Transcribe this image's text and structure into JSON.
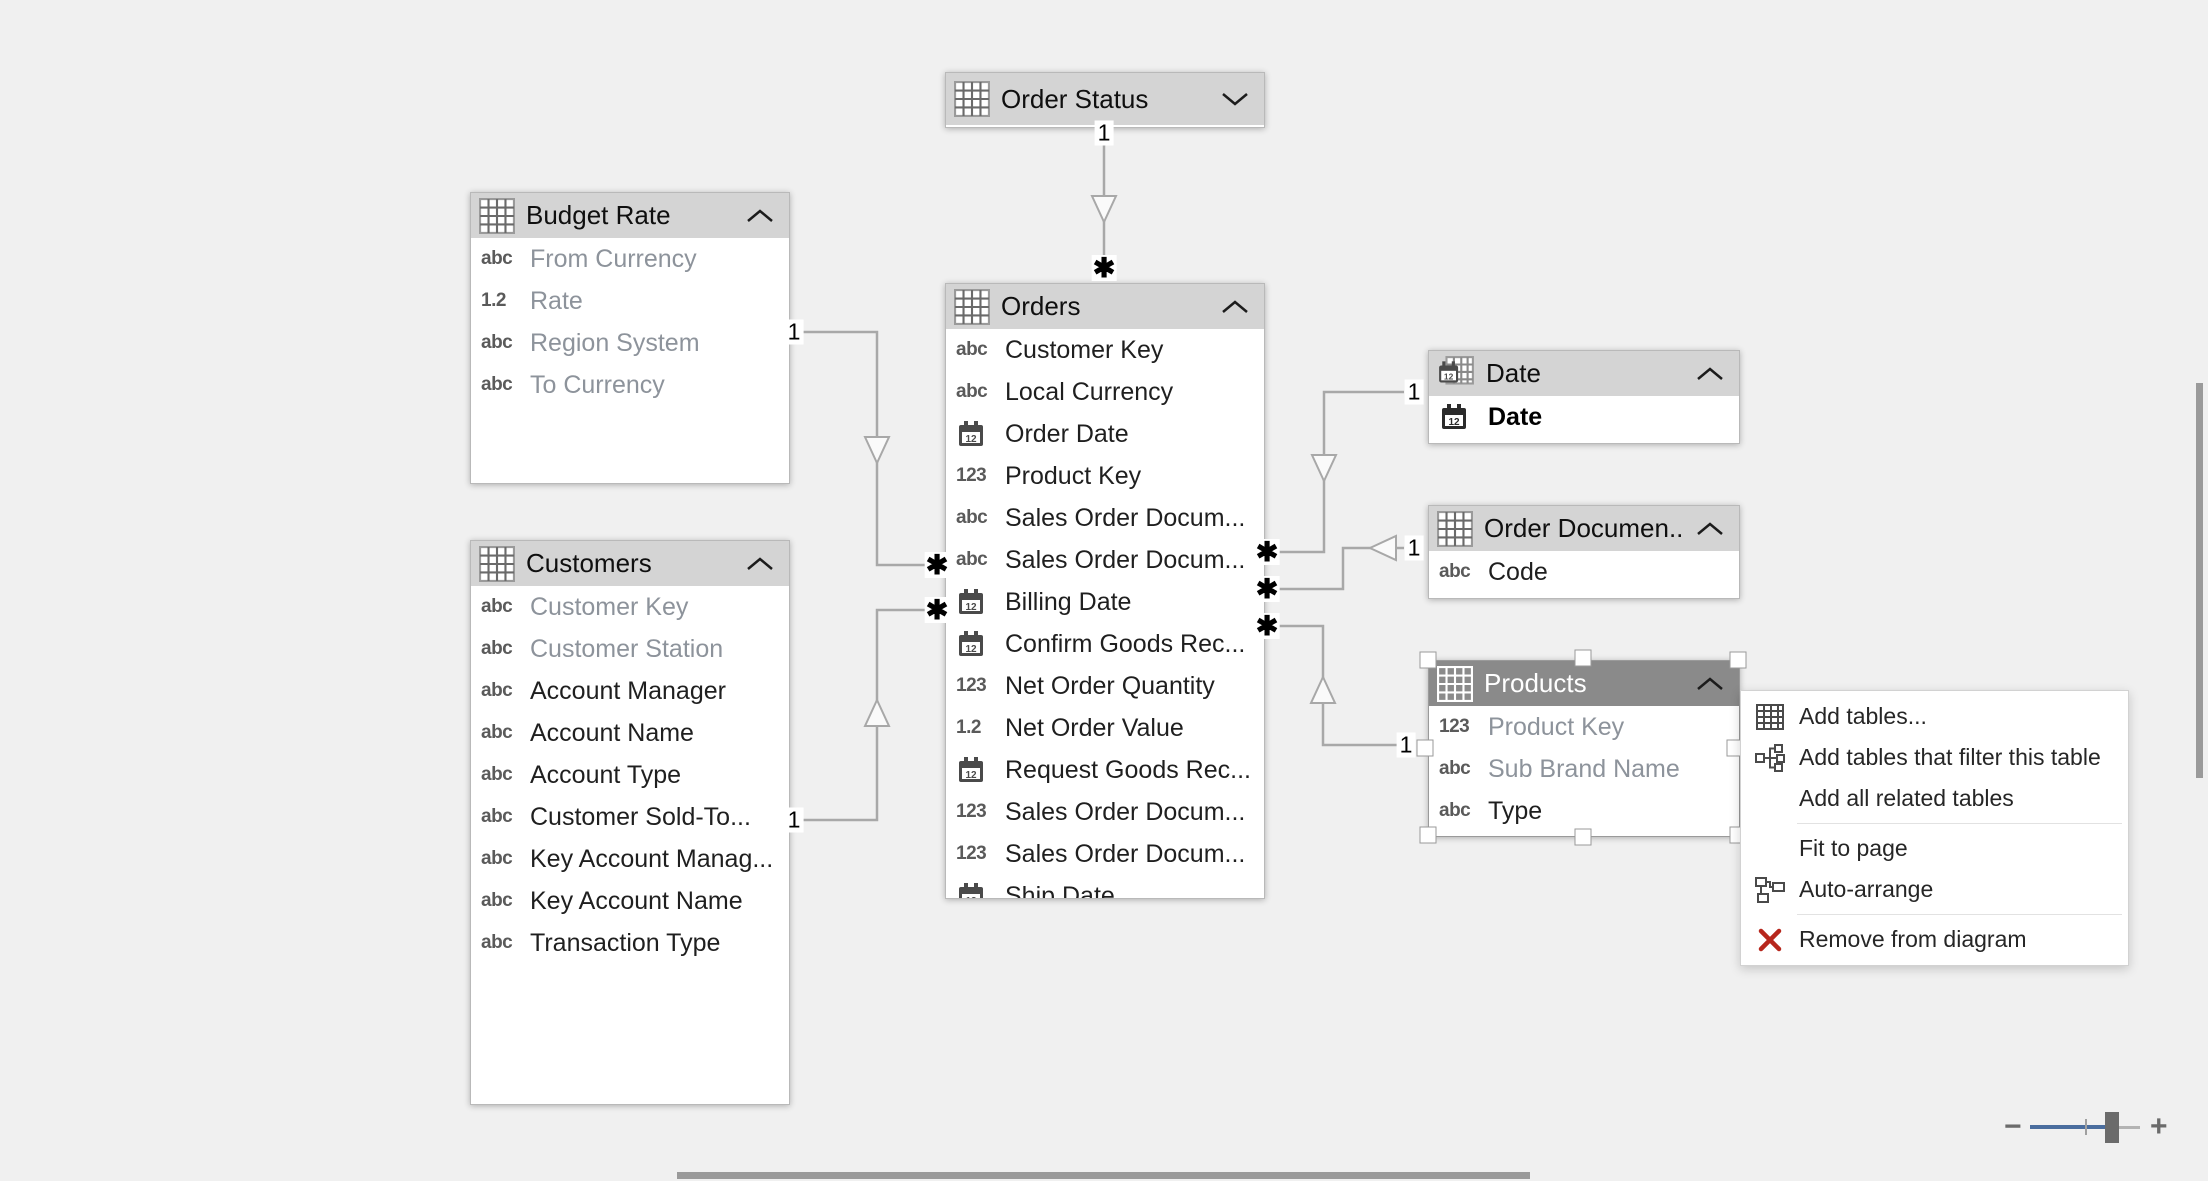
{
  "colors": {
    "canvas_bg": "#f0f0f0",
    "header_gray": "#d4d4d4",
    "selected_header_gray": "#8a8a8a",
    "relationship_line": "#a8a8a8",
    "accent_blue": "#4a6d9e",
    "remove_red": "#b7271d"
  },
  "entities": {
    "order_status": {
      "title": "Order Status",
      "collapsed": true
    },
    "budget_rate": {
      "title": "Budget Rate",
      "fields": [
        {
          "icon": "abc",
          "name": "From Currency"
        },
        {
          "icon": "1.2",
          "name": "Rate"
        },
        {
          "icon": "abc",
          "name": "Region System"
        },
        {
          "icon": "abc",
          "name": "To Currency"
        }
      ]
    },
    "customers": {
      "title": "Customers",
      "fields": [
        {
          "icon": "abc",
          "name": "Customer Key"
        },
        {
          "icon": "abc",
          "name": "Customer Station"
        },
        {
          "icon": "abc",
          "name": "Account Manager"
        },
        {
          "icon": "abc",
          "name": "Account Name"
        },
        {
          "icon": "abc",
          "name": "Account Type"
        },
        {
          "icon": "abc",
          "name": "Customer Sold-To..."
        },
        {
          "icon": "abc",
          "name": "Key Account Manag..."
        },
        {
          "icon": "abc",
          "name": "Key Account Name"
        },
        {
          "icon": "abc",
          "name": "Transaction Type"
        }
      ]
    },
    "orders": {
      "title": "Orders",
      "fields": [
        {
          "icon": "abc",
          "name": "Customer Key"
        },
        {
          "icon": "abc",
          "name": "Local Currency"
        },
        {
          "icon": "calendar",
          "name": "Order Date"
        },
        {
          "icon": "123",
          "name": "Product Key"
        },
        {
          "icon": "abc",
          "name": "Sales Order Docum..."
        },
        {
          "icon": "abc",
          "name": "Sales Order Docum..."
        },
        {
          "icon": "calendar",
          "name": "Billing Date"
        },
        {
          "icon": "calendar",
          "name": "Confirm Goods Rec..."
        },
        {
          "icon": "123",
          "name": "Net Order Quantity"
        },
        {
          "icon": "1.2",
          "name": "Net Order Value"
        },
        {
          "icon": "calendar",
          "name": "Request Goods Rec..."
        },
        {
          "icon": "123",
          "name": "Sales Order Docum..."
        },
        {
          "icon": "123",
          "name": "Sales Order Docum..."
        },
        {
          "icon": "calendar",
          "name": "Ship Date"
        }
      ]
    },
    "date": {
      "title": "Date",
      "fields": [
        {
          "icon": "calendar",
          "name": "Date"
        }
      ]
    },
    "order_documents": {
      "title": "Order Documen...",
      "fields": [
        {
          "icon": "abc",
          "name": "Code"
        }
      ]
    },
    "products": {
      "title": "Products",
      "selected": true,
      "fields": [
        {
          "icon": "123",
          "name": "Product Key"
        },
        {
          "icon": "abc",
          "name": "Sub Brand Name"
        },
        {
          "icon": "abc",
          "name": "Type"
        }
      ]
    }
  },
  "relationships": [
    {
      "from": "Order Status",
      "to": "Orders",
      "from_label": "1",
      "to_label": "✱"
    },
    {
      "from": "Budget Rate",
      "to": "Orders",
      "from_label": "1",
      "to_label": "✱"
    },
    {
      "from": "Customers",
      "to": "Orders",
      "from_label": "1",
      "to_label": "✱"
    },
    {
      "from": "Orders",
      "to": "Date",
      "from_label": "✱",
      "to_label": "1"
    },
    {
      "from": "Orders",
      "to": "Order Documen...",
      "from_label": "✱",
      "to_label": "1"
    },
    {
      "from": "Orders",
      "to": "Products",
      "from_label": "✱",
      "to_label": "1"
    }
  ],
  "context_menu": {
    "items": [
      {
        "icon": "table-grid",
        "label": "Add tables..."
      },
      {
        "icon": "filter-tables",
        "label": "Add tables that filter this table"
      },
      {
        "icon": "none",
        "label": "Add all related tables"
      },
      {
        "icon": "none",
        "label": "Fit to page"
      },
      {
        "icon": "auto-arrange",
        "label": "Auto-arrange"
      },
      {
        "icon": "remove-x",
        "label": "Remove from diagram"
      }
    ]
  },
  "zoom_control": {
    "minus_glyph": "−",
    "plus_glyph": "+"
  }
}
